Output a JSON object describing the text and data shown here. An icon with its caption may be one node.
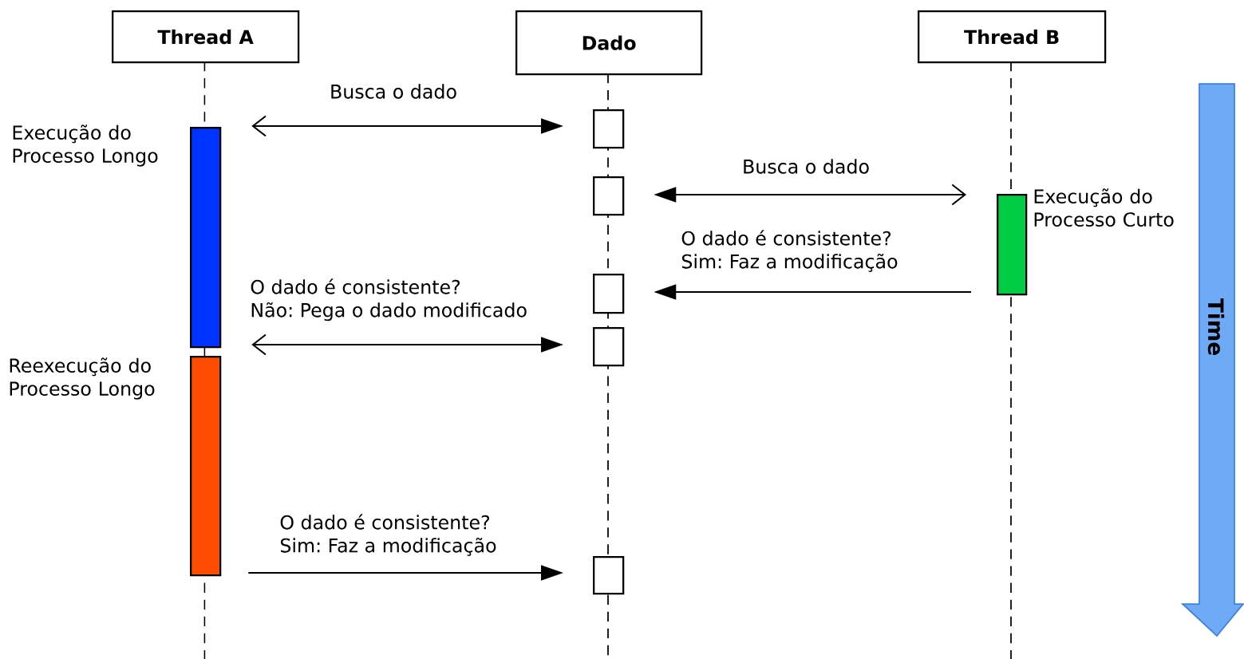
{
  "diagram": {
    "nodes": [
      {
        "text": [
          "Thread A"
        ]
      },
      {
        "text": [
          "Dado"
        ]
      },
      {
        "text": [
          "Thread B"
        ]
      },
      {
        "text": [],
        "shape": "bar",
        "beside": [
          "Execução do Processo Longo"
        ]
      },
      {
        "text": [],
        "shape": "box"
      },
      {
        "text": [],
        "shape": "box"
      },
      {
        "text": [],
        "shape": "bar",
        "beside": [
          "Execução do Processo Curto"
        ]
      },
      {
        "text": [],
        "shape": "box"
      },
      {
        "text": [],
        "shape": "box"
      },
      {
        "text": [],
        "shape": "bar",
        "beside": [
          "Reexecução do Processo Longo"
        ]
      },
      {
        "text": [],
        "shape": "box"
      }
    ],
    "edges": [
      {
        "from": 3,
        "to": 4,
        "arrow": "both",
        "label": "Busca o dado"
      },
      {
        "from": 6,
        "to": 5,
        "arrow": "both",
        "label": "Busca o dado"
      },
      {
        "from": 6,
        "to": 7,
        "arrow": "to",
        "label": "O dado é consistente? Sim: Faz a modificação"
      },
      {
        "from": 3,
        "to": 8,
        "arrow": "both",
        "label": "O dado é consistente? Não: Pega o dado modificado"
      },
      {
        "from": 9,
        "to": 10,
        "arrow": "to",
        "label": "O dado é consistente? Sim: Faz a modificação"
      }
    ],
    "labels": [
      "Time"
    ]
  }
}
